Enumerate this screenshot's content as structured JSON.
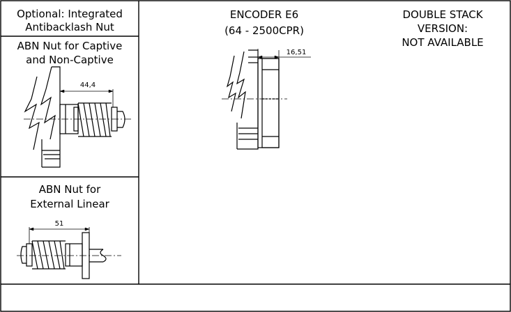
{
  "left_column": {
    "header_lines": [
      "Optional: Integrated",
      "Antibacklash Nut"
    ],
    "captive_box": {
      "title_lines": [
        "ABN Nut for Captive",
        "and Non-Captive"
      ],
      "dimension": "44,4"
    },
    "external_box": {
      "title_lines": [
        "ABN Nut for",
        "External Linear"
      ],
      "dimension": "51"
    }
  },
  "encoder": {
    "title_lines": [
      "ENCODER E6",
      "(64 - 2500CPR)"
    ],
    "dimension": "16,51"
  },
  "double_stack": {
    "title_lines": [
      "DOUBLE STACK",
      "VERSION:",
      "NOT AVAILABLE"
    ]
  },
  "colors": {
    "line": "#000000",
    "background": "#ffffff"
  }
}
